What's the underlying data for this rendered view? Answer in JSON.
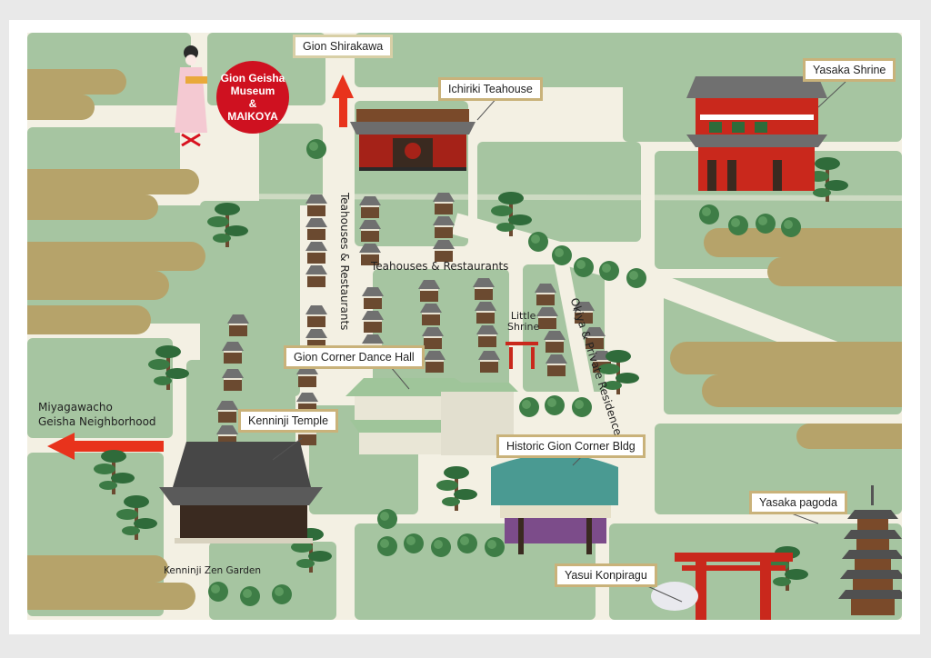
{
  "labels": {
    "gion_shirakawa": "Gion Shirakawa",
    "ichiriki_teahouse": "Ichiriki Teahouse",
    "yasaka_shrine": "Yasaka Shrine",
    "gion_corner_dance_hall": "Gion Corner Dance Hall",
    "kenninji_temple": "Kenninji Temple",
    "historic_gion_corner_bldg": "Historic Gion Corner Bldg",
    "yasaka_pagoda": "Yasaka pagoda",
    "yasui_konpiragu": "Yasui Konpiragu"
  },
  "badge": {
    "line1": "Gion Geisha",
    "line2": "Museum",
    "line3": "&",
    "line4": "MAIKOYA"
  },
  "texts": {
    "teahouses_restaurants_h": "Teahouses & Restaurants",
    "teahouses_restaurants_v": "Teahouses & Restaurants",
    "okiya_private_residence": "Okiya & Private Residence",
    "little_shrine_1": "Little",
    "little_shrine_2": "Shrine",
    "miyagawacho_1": "Miyagawacho",
    "miyagawacho_2": "Geisha Neighborhood",
    "kenninji_zen_garden": "Kenninji Zen Garden"
  },
  "colors": {
    "block": "#a6c5a1",
    "road": "#f3f0e3",
    "cloud": "#b6a36a",
    "arrow_red": "#e8331c",
    "badge_red": "#cf1120",
    "label_border": "#c9b27a"
  },
  "icons": [
    "north-arrow-icon",
    "west-arrow-icon",
    "geisha-icon",
    "torii-icon",
    "pagoda-icon",
    "shrine-icon",
    "temple-icon",
    "tree-icon"
  ]
}
